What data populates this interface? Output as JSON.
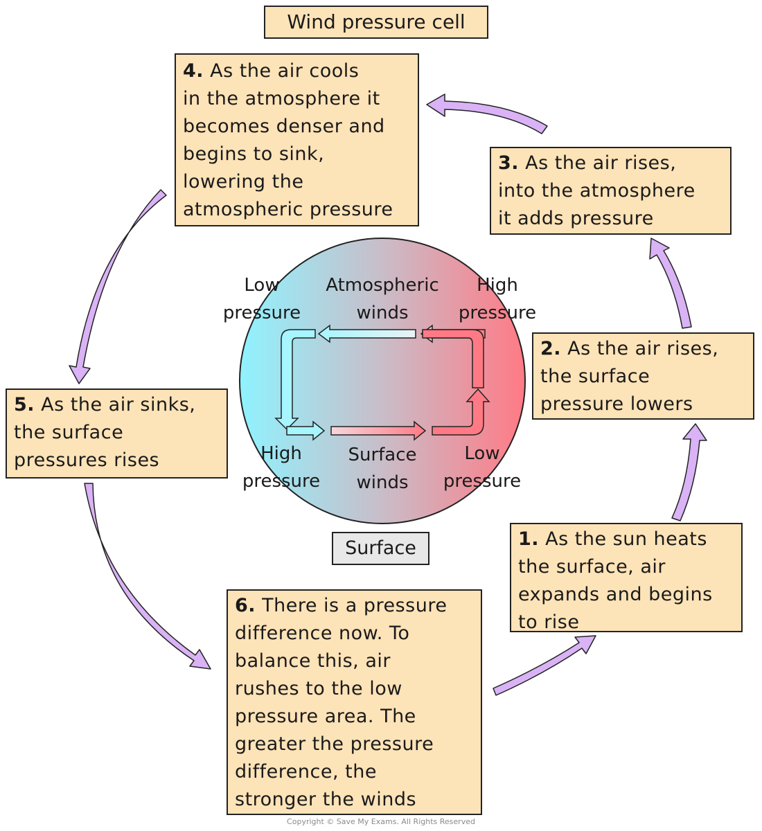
{
  "title": "Wind pressure cell",
  "surface_label": "Surface",
  "circle_labels": {
    "top_left": [
      "Low",
      "pressure"
    ],
    "top_center": [
      "Atmospheric",
      "winds"
    ],
    "top_right": [
      "High",
      "pressure"
    ],
    "bottom_left": [
      "High",
      "pressure"
    ],
    "bottom_center": [
      "Surface",
      "winds"
    ],
    "bottom_right": [
      "Low",
      "pressure"
    ]
  },
  "steps": [
    {
      "num": "1.",
      "text": [
        "As the sun heats",
        "the surface, air",
        "expands and begins",
        "to rise"
      ]
    },
    {
      "num": "2.",
      "text": [
        "As the air rises,",
        "the surface",
        "pressure lowers"
      ]
    },
    {
      "num": "3.",
      "text": [
        "As the air rises,",
        "into the atmosphere",
        "it adds pressure"
      ]
    },
    {
      "num": "4.",
      "text": [
        "As the air cools",
        "in the atmosphere it",
        "becomes denser and",
        "begins to sink,",
        "lowering the",
        "atmospheric pressure"
      ]
    },
    {
      "num": "5.",
      "text": [
        "As the air sinks,",
        "the surface",
        "pressures rises"
      ]
    },
    {
      "num": "6.",
      "text": [
        "There is a pressure",
        "difference now. To",
        "balance this, air",
        "rushes to the low",
        "pressure area. The",
        "greater the pressure",
        "difference, the",
        "stronger the winds"
      ]
    }
  ],
  "colors": {
    "box_fill": "#fde3b8",
    "arrow_fill": "#d9b3f5",
    "circle_cold": "#8ff3ff",
    "circle_hot": "#ff7a85"
  },
  "copyright": "Copyright © Save My Exams. All Rights Reserved"
}
